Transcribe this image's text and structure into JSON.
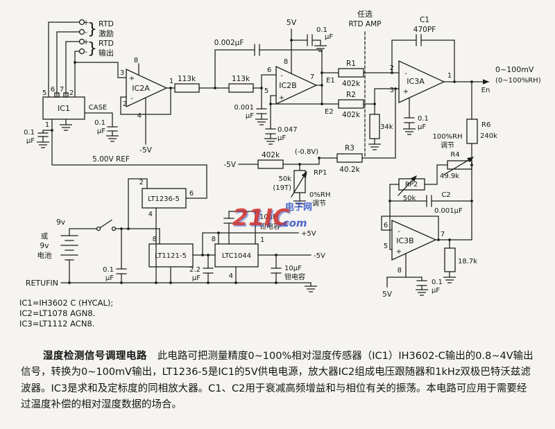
{
  "watermark": {
    "brand": "21IC",
    "site": "电子网",
    "com": ".com"
  },
  "nums": {
    "n1": "1",
    "n2": "2",
    "n3": "3",
    "n4": "4",
    "n5": "5",
    "n6": "6",
    "n7": "7",
    "n8": "8"
  },
  "signs": {
    "plus": "+",
    "minus": "-",
    "brace": "}"
  },
  "terminals": {
    "rtd_a": "RTD",
    "excite": "激励",
    "rtd_b": "RTD",
    "output": "输出"
  },
  "ics": {
    "ic1": "IC1",
    "ic2a": "IC2A",
    "ic2b": "IC2B",
    "ic3a": "IC3A",
    "ic3b": "IC3B",
    "lt1236": "LT1236-5",
    "lt1121": "LT1121-5",
    "ltc1044": "LTC1044"
  },
  "labels": {
    "case": "CASE",
    "ref": "5.00V REF",
    "retufin": "RETUFIN",
    "opt1": "任选",
    "opt2": "RTD AMP",
    "out_mv": "0~100mV",
    "out_rh": "(0~100%RH)",
    "en": "En",
    "e1": "E1",
    "e2": "E2",
    "neg08": "(-0.8V)",
    "v5": "5V",
    "vneg5": "-5V",
    "vpos5": "+5V",
    "v9": "9v",
    "bat_or": "或",
    "bat_9v": "9v",
    "bat_cell": "电池",
    "rh0": "0%RH",
    "rh100": "100%RH",
    "adjust": "调节",
    "r113k": "113k",
    "r402k": "402k",
    "r40_2k": "40.2k",
    "r34k": "34k",
    "r49_9k": "49.9k",
    "r240k": "240k",
    "r18_7k": "18.7k",
    "r50k": "50k",
    "t19": "(19T)",
    "r1": "R1",
    "r2": "R2",
    "r3": "R3",
    "r4": "R4",
    "r6": "R6",
    "rp1": "RP1",
    "rp2": "RP2",
    "c1": "C1",
    "c2": "C2",
    "c470pf": "470PF",
    "c0002": "0.002μF",
    "c0001a": "0.001",
    "c0047": "0.047",
    "c01": "0.1",
    "c2_2": "2.2",
    "c10": "10μF",
    "uf": "μF",
    "c0001uf": "0.001μF",
    "tant": "钽电容"
  },
  "notes": {
    "l1": "IC1=IH3602 C (HYCAL);",
    "l2": "IC2=LT1078 AGN8.",
    "l3": "IC3=LT1112 ACN8."
  },
  "caption": {
    "title": "湿度检测信号调理电路　",
    "body": "此电路可把测量精度0~100%相对湿度传感器（IC1）IH3602-C输出的0.8~4V输出信号，转换为0~100mV输出，LT1236-5是IC1的5V供电电源，放大器IC2组成电压跟随器和1kHz双极巴特沃兹滤波器。IC3是求和及定标度的同相放大器。C1、C2用于衰减高频增益和与相位有关的振荡。本电路可应用于需要经过温度补偿的相对湿度数据的场合。"
  }
}
